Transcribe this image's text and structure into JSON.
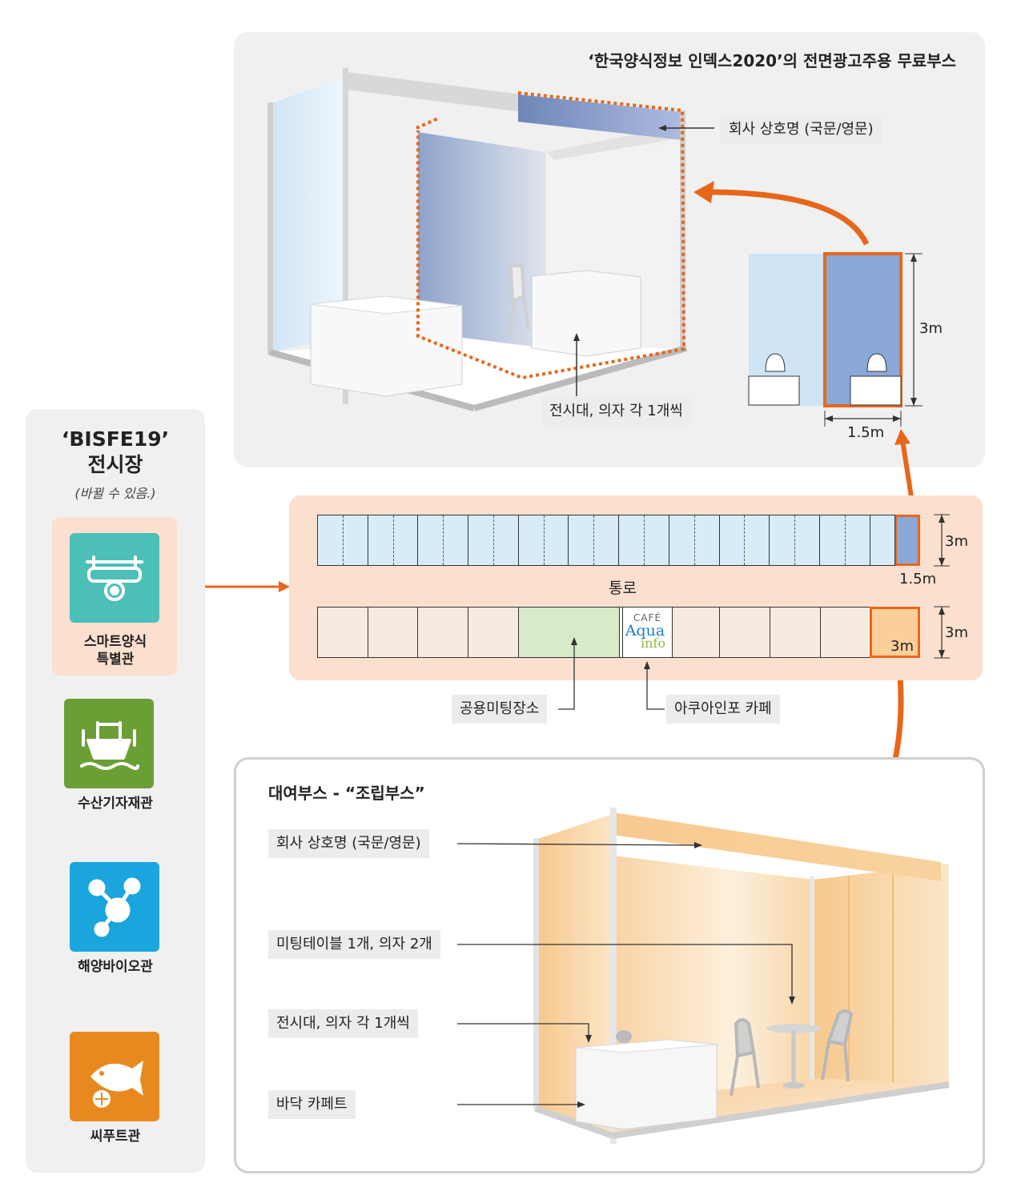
{
  "top_panel": {
    "title": "‘한국양식정보 인덱스2020’의 전면광고주용 무료부스",
    "callout_company": "회사 상호명 (국문/영문)",
    "callout_display": "전시대, 의자 각 1개씩",
    "dim_height": "3m",
    "dim_width": "1.5m"
  },
  "sidebar": {
    "title_line1": "‘BISFE19’",
    "title_line2": "전시장",
    "subtitle": "(바뀔 수 있음.)",
    "halls": [
      {
        "label_line1": "스마트양식",
        "label_line2": "특별관",
        "icon": "drone-icon",
        "color": "#4bbfb8"
      },
      {
        "label_line1": "수산기자재관",
        "label_line2": "",
        "icon": "fishing-boat-icon",
        "color": "#6b9f36"
      },
      {
        "label_line1": "해양바이오관",
        "label_line2": "",
        "icon": "molecule-icon",
        "color": "#1aa5dc"
      },
      {
        "label_line1": "씨푸트관",
        "label_line2": "",
        "icon": "fish-lemon-icon",
        "color": "#e8891f"
      }
    ]
  },
  "floor_plan": {
    "aisle_label": "통로",
    "top_row_dim_height": "3m",
    "top_row_dim_width": "1.5m",
    "bottom_row_dim_height": "3m",
    "bottom_row_dim_width": "3m",
    "cafe_logo_line1": "CAFÉ",
    "cafe_logo_line2": "Aqua",
    "cafe_logo_line3": "info",
    "callout_meeting": "공용미팅장소",
    "callout_cafe": "아쿠아인포 카페"
  },
  "bottom_panel": {
    "title": "대여부스 - “조립부스”",
    "callouts": [
      "회사 상호명 (국문/영문)",
      "미팅테이블 1개, 의자 2개",
      "전시대, 의자 각 1개씩",
      "바닥 카페트"
    ]
  },
  "colors": {
    "accent": "#e8661a",
    "panel_gray": "#f0f0f0",
    "panel_peach": "#fbe0d0",
    "booth_blue": "#8aa8d8",
    "booth_orange": "#fbd9a8"
  }
}
